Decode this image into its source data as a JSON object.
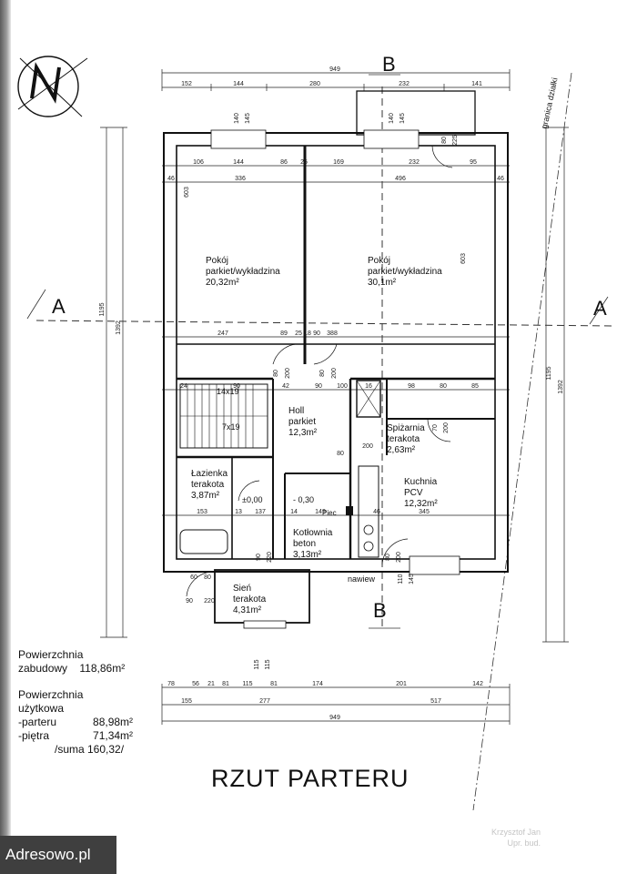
{
  "plan": {
    "section_markers": {
      "b_top": "B",
      "b_bottom": "B",
      "a_left": "A",
      "a_right": "A"
    },
    "plot_boundary": "granica działki",
    "compass": "N",
    "rooms": {
      "pokoj1": {
        "name": "Pokój",
        "finish": "parkiet/wykładzina",
        "area": "20,32m²"
      },
      "pokoj2": {
        "name": "Pokój",
        "finish": "parkiet/wykładzina",
        "area": "30,1m²"
      },
      "holl": {
        "name": "Holl",
        "finish": "parkiet",
        "area": "12,3m²"
      },
      "spizarnia": {
        "name": "Spiżarnia",
        "finish": "terakota",
        "area": "2,63m²"
      },
      "kuchnia": {
        "name": "Kuchnia",
        "finish": "PCV",
        "area": "12,32m²"
      },
      "lazienka": {
        "name": "Łazienka",
        "finish": "terakota",
        "area": "3,87m²"
      },
      "kotlownia": {
        "name": "Kotłownia",
        "finish": "beton",
        "area": "3,13m²"
      },
      "sien": {
        "name": "Sień",
        "finish": "terakota",
        "area": "4,31m²"
      }
    },
    "piec": "Piec",
    "nawiew": "nawiew",
    "levels": {
      "l1": "±0,00",
      "l2": "- 0,30"
    },
    "stairs": {
      "s1": "14x19",
      "s2": "7x19"
    },
    "dims_top_total": "949",
    "dims_top_row": [
      "152",
      "144",
      "280",
      "232",
      "141"
    ],
    "dims_inner_top": [
      "106",
      "144",
      "86",
      "25",
      "169",
      "232",
      "95"
    ],
    "dims_room_top": [
      "46",
      "336",
      "496",
      "46"
    ],
    "dims_mid": [
      "247",
      "89",
      "25",
      "18",
      "90",
      "388"
    ],
    "dims_hall": [
      "24",
      "90",
      "42",
      "90",
      "100",
      "16",
      "98",
      "80",
      "85"
    ],
    "dims_lower": [
      "153",
      "13",
      "137",
      "14",
      "149",
      "46",
      "345"
    ],
    "dims_left_vert": [
      "603",
      "1195",
      "1392"
    ],
    "dims_right_vert": [
      "603",
      "1195",
      "1392"
    ],
    "dims_bottom_row1": [
      "78",
      "56",
      "21",
      "81",
      "115",
      "81",
      "174",
      "201",
      "142"
    ],
    "dims_bottom_row2": [
      "155",
      "277",
      "517"
    ],
    "dims_bottom_total": "949",
    "window_labels": [
      "140",
      "145",
      "140",
      "145",
      "80",
      "225",
      "110",
      "145",
      "115",
      "115"
    ],
    "door_labels": [
      "80",
      "200",
      "80",
      "200",
      "70",
      "200",
      "80",
      "200",
      "90",
      "220",
      "80",
      "200",
      "90",
      "220",
      "60",
      "80"
    ]
  },
  "areas": {
    "zabudowy_label1": "Powierzchnia",
    "zabudowy_label2": "zabudowy",
    "zabudowy_value": "118,86m²",
    "uzytkowa_label1": "Powierzchnia",
    "uzytkowa_label2": "użytkowa",
    "parter_label": "-parteru",
    "parter_value": "88,98m²",
    "pietra_label": "-piętra",
    "pietra_value": "71,34m²",
    "suma": "/suma 160,32/"
  },
  "title": "RZUT PARTERU",
  "watermark": "Adresowo.pl",
  "stamp": {
    "line1": "Krzysztof Jan",
    "line2": "Upr. bud."
  }
}
